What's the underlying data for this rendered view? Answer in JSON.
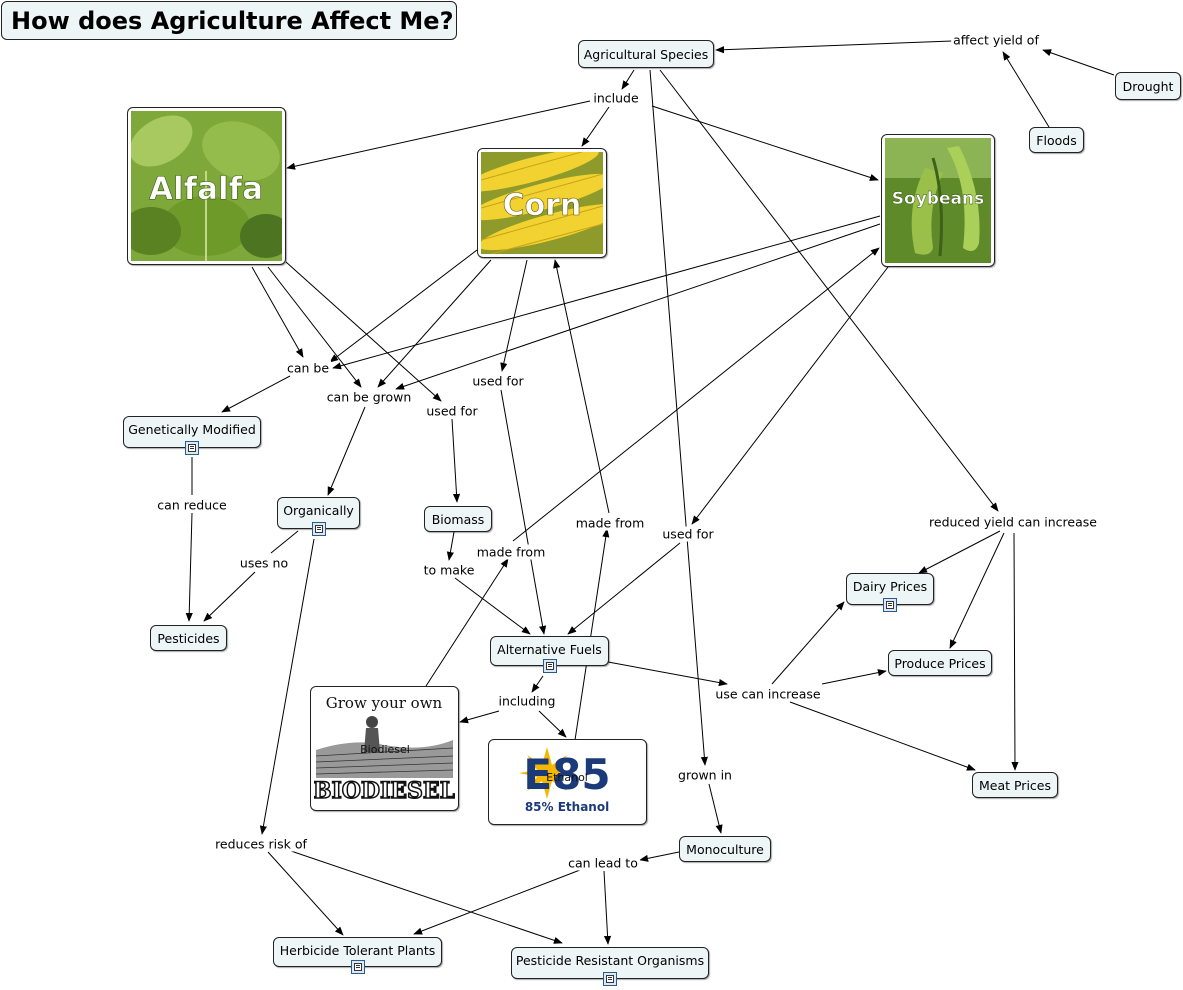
{
  "title": "How does Agriculture Affect Me?",
  "nodes": {
    "agricultural_species": "Agricultural Species",
    "drought": "Drought",
    "floods": "Floods",
    "alfalfa": "Alfalfa",
    "corn": "Corn",
    "soybeans": "Soybeans",
    "genetically_modified": "Genetically Modified",
    "organically": "Organically",
    "pesticides": "Pesticides",
    "biomass": "Biomass",
    "alternative_fuels": "Alternative Fuels",
    "dairy_prices": "Dairy Prices",
    "produce_prices": "Produce Prices",
    "meat_prices": "Meat Prices",
    "monoculture": "Monoculture",
    "herbicide_tolerant_plants": "Herbicide Tolerant Plants",
    "pesticide_resistant_organisms": "Pesticide Resistant Organisms",
    "biodiesel_heading": "Grow your own",
    "biodiesel_caption": "Biodiesel",
    "biodiesel_logo": "BIODIESEL",
    "ethanol_logo": "E85",
    "ethanol_sub": "85% Ethanol",
    "ethanol_caption": "Ethanol"
  },
  "links": {
    "affect_yield_of": "affect yield of",
    "include": "include",
    "can_be": "can be",
    "can_be_grown": "can be grown",
    "used_for_1": "used for",
    "used_for_2": "used for",
    "used_for_3": "used for",
    "can_reduce": "can reduce",
    "uses_no": "uses no",
    "to_make": "to make",
    "made_from_1": "made from",
    "made_from_2": "made from",
    "reduced_yield_can_increase": "reduced yield can increase",
    "use_can_increase": "use can increase",
    "including": "including",
    "grown_in": "grown in",
    "can_lead_to": "can lead to",
    "reduces_risk_of": "reduces risk of"
  },
  "colors": {
    "node_fill": "#eef5f7",
    "border": "#222222",
    "line": "#000000",
    "doc_icon": "#2a5a8a"
  }
}
